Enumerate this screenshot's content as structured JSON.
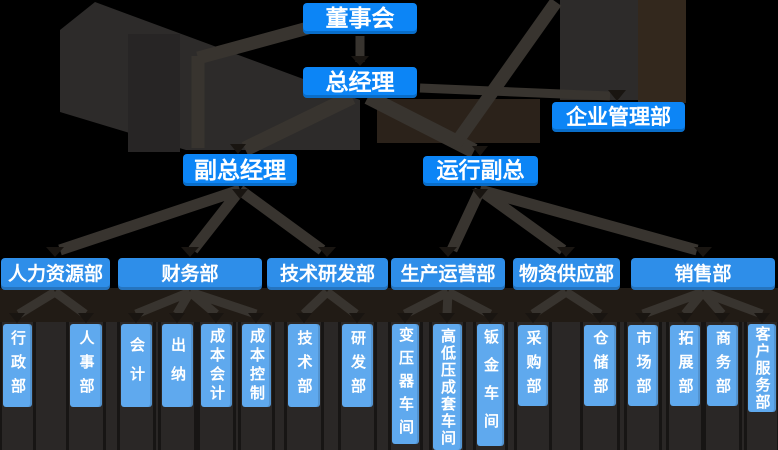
{
  "org_chart": {
    "nodes": {
      "board": "董事会",
      "general_manager": "总经理",
      "enterprise_management": "企业管理部",
      "deputy_general_manager": "副总经理",
      "operations_deputy": "运行副总",
      "hr_dept": "人力资源部",
      "finance_dept": "财务部",
      "tech_rd_dept": "技术研发部",
      "production_ops_dept": "生产运营部",
      "material_supply_dept": "物资供应部",
      "sales_dept": "销售部",
      "admin_dept": "行政部",
      "personnel_dept": "人事部",
      "accounting": "会计",
      "cashier": "出纳",
      "cost_accounting": "成本会计",
      "cost_control": "成本控制",
      "tech_dept": "技术部",
      "rd_dept": "研发部",
      "transformer_workshop": "变压器车间",
      "hv_lv_switchgear_workshop": "高低压成套车间",
      "sheet_metal_workshop": "钣金车间",
      "purchasing_dept": "采购部",
      "warehouse_dept": "仓储部",
      "marketing_dept": "市场部",
      "expansion_dept": "拓展部",
      "business_dept": "商务部",
      "customer_service_dept": "客户服务部"
    },
    "hierarchy": {
      "董事会": [
        "总经理"
      ],
      "总经理": [
        "企业管理部",
        "副总经理",
        "运行副总"
      ],
      "副总经理": [
        "人力资源部",
        "财务部",
        "技术研发部"
      ],
      "运行副总": [
        "生产运营部",
        "物资供应部",
        "销售部"
      ],
      "人力资源部": [
        "行政部",
        "人事部"
      ],
      "财务部": [
        "会计",
        "出纳",
        "成本会计",
        "成本控制"
      ],
      "技术研发部": [
        "技术部",
        "研发部"
      ],
      "生产运营部": [
        "变压器车间",
        "高低压成套车间",
        "钣金车间"
      ],
      "物资供应部": [
        "采购部",
        "仓储部"
      ],
      "销售部": [
        "市场部",
        "拓展部",
        "商务部",
        "客户服务部"
      ]
    },
    "colors": {
      "background": "#000000",
      "primary_blue": "#0c85f6",
      "dept_blue": "#2e8ee9",
      "sub_blue": "#5fa9ee",
      "connector_gray": "#38342f",
      "shadow_brown": "#33281d",
      "text": "#ffffff"
    }
  }
}
